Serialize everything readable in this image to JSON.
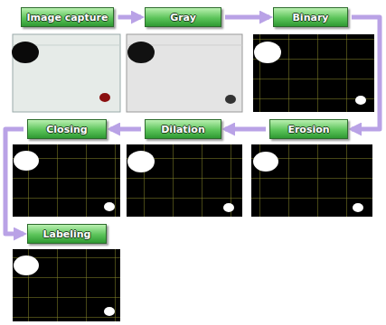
{
  "diagram": {
    "nodes": [
      {
        "text": [
          "Image capture"
        ]
      },
      {
        "text": [
          "Gray"
        ]
      },
      {
        "text": [
          "Binary"
        ]
      },
      {
        "text": [
          "Erosion"
        ]
      },
      {
        "text": [
          "Dilation"
        ]
      },
      {
        "text": [
          "Closing"
        ]
      },
      {
        "text": [
          "Labeling"
        ]
      }
    ],
    "edges": [
      {
        "from": 0,
        "to": 1,
        "arrow": "to"
      },
      {
        "from": 1,
        "to": 2,
        "arrow": "to"
      },
      {
        "from": 2,
        "to": 3,
        "arrow": "to"
      },
      {
        "from": 3,
        "to": 4,
        "arrow": "to"
      },
      {
        "from": 4,
        "to": 5,
        "arrow": "to"
      },
      {
        "from": 5,
        "to": 6,
        "arrow": "to"
      }
    ]
  }
}
